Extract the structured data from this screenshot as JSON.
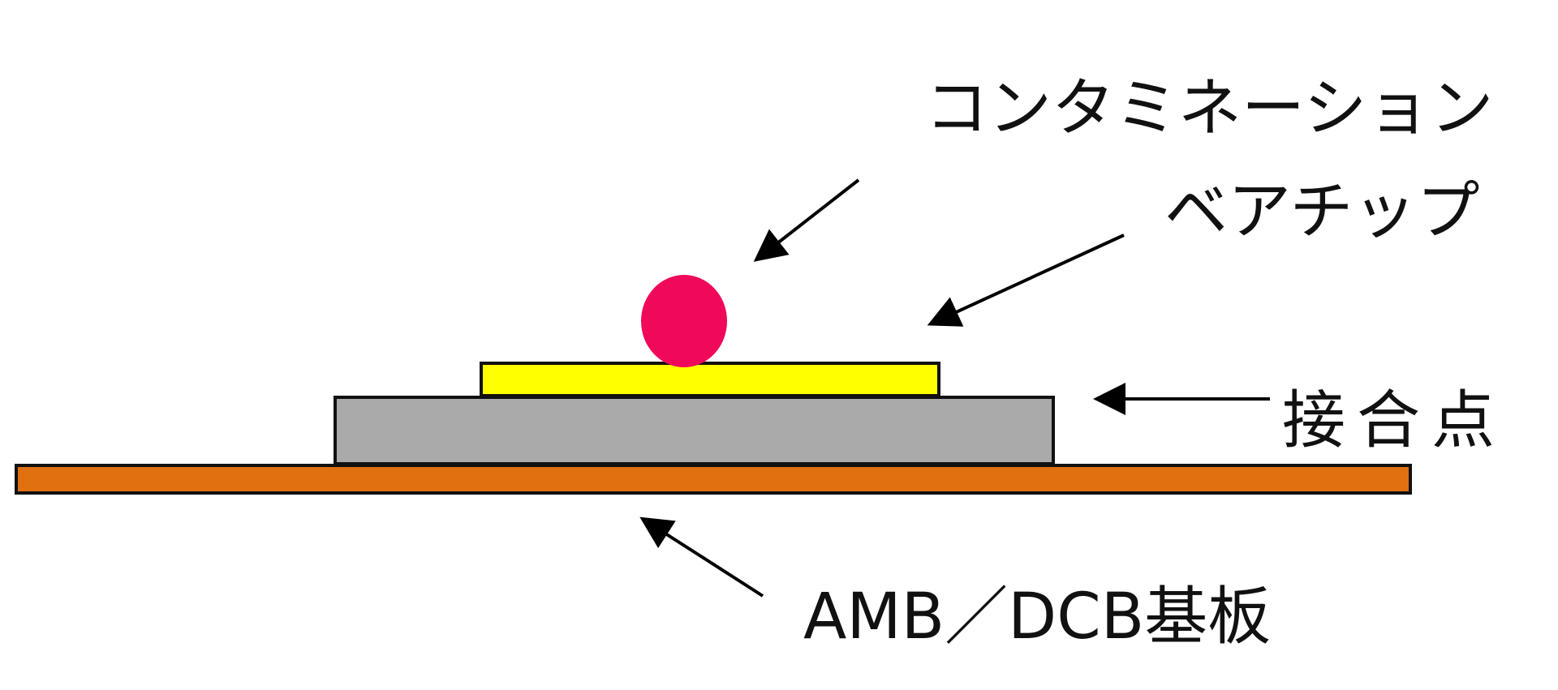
{
  "labels": {
    "contamination": "コンタミネーション",
    "bare_chip": "ベアチップ",
    "joint": "接合点",
    "substrate": "AMB／DCB基板"
  },
  "colors": {
    "contamination": "#f0085a",
    "bare_chip": "#ffff00",
    "joint": "#aaaaaa",
    "substrate": "#e07010"
  }
}
